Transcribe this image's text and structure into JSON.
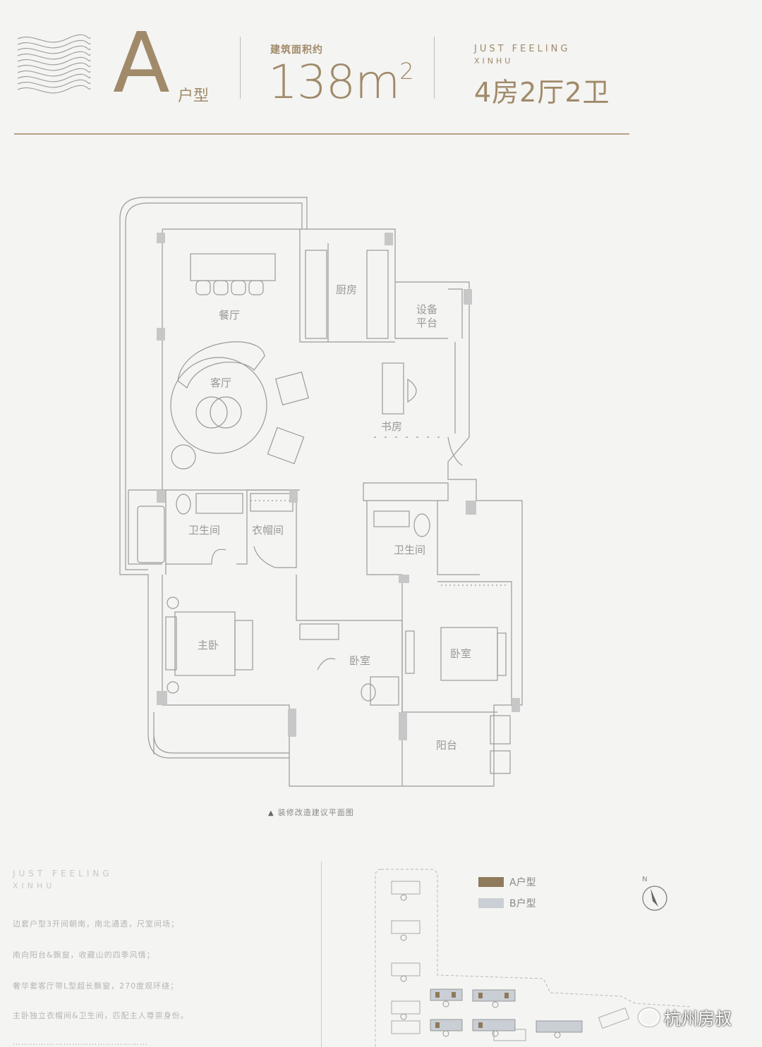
{
  "header": {
    "type_letter": "A",
    "type_suffix": "户型",
    "area_label": "建筑面积约",
    "area_value": "138m",
    "area_unit_sup": "2",
    "en_line1": "JUST FEELING",
    "en_line2": "XINHU",
    "rooms": "4房2厅2卫"
  },
  "plan": {
    "rooms": {
      "dining": "餐厅",
      "kitchen": "厨房",
      "equip1": "设备",
      "equip2": "平台",
      "living": "客厅",
      "study": "书房",
      "bath1": "卫生间",
      "closet": "衣帽间",
      "bath2": "卫生间",
      "master": "主卧",
      "bedroom1": "卧室",
      "bedroom2": "卧室",
      "balcony": "阳台"
    },
    "caption": "装修改造建议平面图"
  },
  "intro": {
    "en_line1": "JUST FEELING",
    "en_line2": "XINHU",
    "features": [
      "边套户型3开间朝南，南北通透，尺室间场；",
      "南向阳台&飘窗，收藏山的四季风情；",
      "奢华套客厅带L型超长飘窗，270度观环绕；",
      "主卧独立衣帽间&卫生间，匹配主人尊崇身份。",
      "…………………………………………"
    ]
  },
  "legend": {
    "a_label": "A户型",
    "b_label": "B户型",
    "a_color": "#8f7a5c",
    "b_color": "#c9cfd4"
  },
  "site": {
    "north": "N"
  },
  "watermark": {
    "text": "杭州房叔"
  }
}
